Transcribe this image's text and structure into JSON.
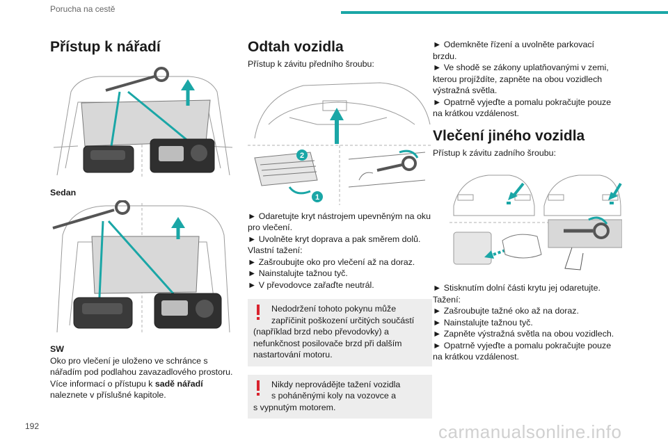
{
  "header": {
    "title": "Porucha na cestě",
    "accent": "#1aa6a6"
  },
  "col1": {
    "heading": "Přístup k nářadí",
    "caption_sedan": "Sedan",
    "caption_sw": "SW",
    "body_lines": [
      "Oko pro vlečení je uloženo ve schránce s",
      "nářadím pod podlahou zavazadlového prostoru."
    ],
    "more_prefix": "Více informací o přístupu k ",
    "more_bold": "sadě nářadí",
    "more_suffix": "naleznete v příslušné kapitole."
  },
  "col2": {
    "heading": "Odtah vozidla",
    "intro": "Přístup k závitu předního šroubu:",
    "callouts": [
      "2",
      "1"
    ],
    "steps": [
      "► Odaretujte kryt nástrojem upevněným na oku",
      "pro vlečení.",
      "► Uvolněte kryt doprava a pak směrem dolů.",
      "Vlastní tažení:",
      "► Zašroubujte oko pro vlečení až na doraz.",
      "► Nainstalujte tažnou tyč.",
      "► V převodovce zařaďte neutrál."
    ],
    "warning1": [
      "Nedodržení tohoto pokynu může",
      "zapříčinit poškození určitých součástí",
      "(například brzd nebo převodovky) a",
      "nefunkčnost posilovače brzd při dalším",
      "nastartování motoru."
    ],
    "warning2": [
      "Nikdy neprovádějte tažení vozidla",
      "s poháněnými koly na vozovce a",
      "s vypnutým motorem."
    ]
  },
  "col3": {
    "steps_top": [
      "► Odemkněte řízení a uvolněte parkovací",
      "brzdu.",
      "► Ve shodě se zákony uplatňovanými v zemi,",
      "kterou projíždíte, zapněte na obou vozidlech",
      "výstražná světla.",
      "► Opatrně vyjeďte a pomalu pokračujte pouze",
      "na krátkou vzdálenost."
    ],
    "heading": "Vlečení jiného vozidla",
    "intro": "Přístup k závitu zadního šroubu:",
    "steps_bottom": [
      "► Stisknutím dolní části krytu jej odaretujte.",
      "Tažení:",
      "► Zašroubujte tažné oko až na doraz.",
      "► Nainstalujte tažnou tyč.",
      "► Zapněte výstražná světla na obou vozidlech.",
      "► Opatrně vyjeďte a pomalu pokračujte pouze",
      "na krátkou vzdálenost."
    ]
  },
  "footer": {
    "page_number": "192",
    "watermark": "carmanualsonline.info"
  },
  "colors": {
    "warning_red": "#d9232e",
    "panel_grey": "#ededed"
  }
}
